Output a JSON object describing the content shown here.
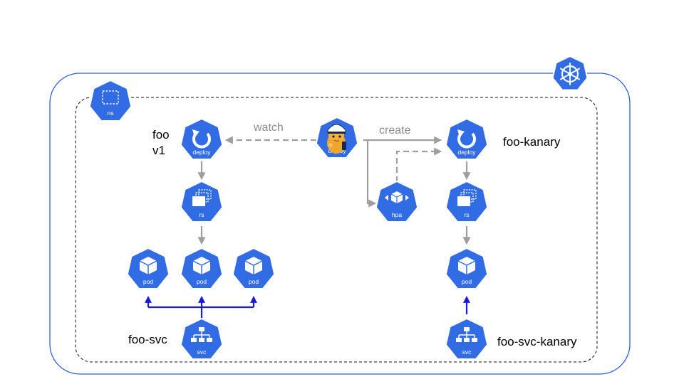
{
  "colors": {
    "k8s_blue": "#326ce5",
    "cluster_border": "#2e5fd6",
    "ns_border": "#111111",
    "gray_arrow": "#9e9e9e",
    "svc_arrow": "#1a1ad6",
    "label_gray": "#8c8c8c"
  },
  "cluster": {
    "icon": "kubernetes-helm-wheel-icon"
  },
  "namespace": {
    "icon_label": "ns"
  },
  "left": {
    "deploy": {
      "icon_label": "deploy",
      "name": "foo",
      "version": "v1"
    },
    "rs": {
      "icon_label": "rs"
    },
    "pods": [
      {
        "icon_label": "pod"
      },
      {
        "icon_label": "pod"
      },
      {
        "icon_label": "pod"
      }
    ],
    "svc": {
      "icon_label": "svc",
      "name": "foo-svc"
    }
  },
  "controller": {
    "icon_label": "deploy",
    "mascot": "kanary-mascot-icon"
  },
  "hpa": {
    "icon_label": "hpa"
  },
  "right": {
    "deploy": {
      "icon_label": "deploy",
      "name": "foo-kanary"
    },
    "rs": {
      "icon_label": "rs"
    },
    "pod": {
      "icon_label": "pod"
    },
    "svc": {
      "icon_label": "svc",
      "name": "foo-svc-kanary"
    }
  },
  "edges": {
    "watch": "watch",
    "create": "create"
  }
}
